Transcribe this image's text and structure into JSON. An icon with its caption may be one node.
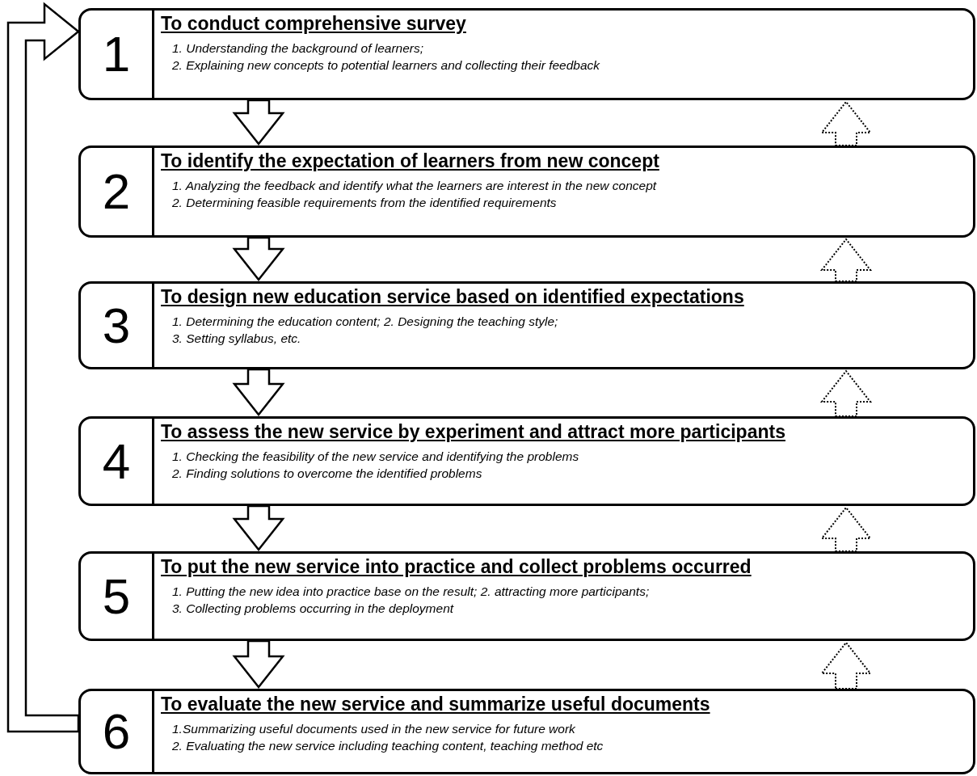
{
  "diagram": {
    "nodes": [
      {
        "text": [
          "1",
          "To conduct comprehensive survey",
          "1. Understanding the background of learners;",
          "2. Explaining new concepts to potential learners and collecting their feedback"
        ]
      },
      {
        "text": [
          "2",
          "To identify the expectation of learners from new concept",
          "1. Analyzing the feedback and identify what the learners are interest in the new concept",
          "2. Determining feasible requirements from the identified requirements"
        ]
      },
      {
        "text": [
          "3",
          "To design new education service based on identified expectations",
          "1. Determining the education content; 2. Designing the teaching style;",
          "3. Setting syllabus, etc."
        ]
      },
      {
        "text": [
          "4",
          "To assess the new service by experiment and attract more participants",
          "1. Checking the feasibility of the new service and identifying the problems",
          "2. Finding solutions to overcome the identified problems"
        ]
      },
      {
        "text": [
          "5",
          "To put the new service into practice and collect problems occurred",
          "1. Putting the new idea into practice base on the result; 2. attracting more participants;",
          "3. Collecting problems occurring in the deployment"
        ]
      },
      {
        "text": [
          "6",
          "To evaluate the new service and summarize useful documents",
          "1.Summarizing useful documents used in the new service for future work",
          "2. Evaluating the new service including teaching content, teaching method  etc"
        ]
      }
    ],
    "edges": [
      {
        "from": 0,
        "to": 1,
        "arrow": "to"
      },
      {
        "from": 1,
        "to": 2,
        "arrow": "to"
      },
      {
        "from": 2,
        "to": 3,
        "arrow": "to"
      },
      {
        "from": 3,
        "to": 4,
        "arrow": "to"
      },
      {
        "from": 4,
        "to": 5,
        "arrow": "to"
      },
      {
        "from": 1,
        "to": 0,
        "arrow": "to",
        "style": "dashed"
      },
      {
        "from": 2,
        "to": 1,
        "arrow": "to",
        "style": "dashed"
      },
      {
        "from": 3,
        "to": 2,
        "arrow": "to",
        "style": "dashed"
      },
      {
        "from": 4,
        "to": 3,
        "arrow": "to",
        "style": "dashed"
      },
      {
        "from": 5,
        "to": 4,
        "arrow": "to",
        "style": "dashed"
      },
      {
        "from": 5,
        "to": 0,
        "arrow": "to"
      }
    ]
  }
}
